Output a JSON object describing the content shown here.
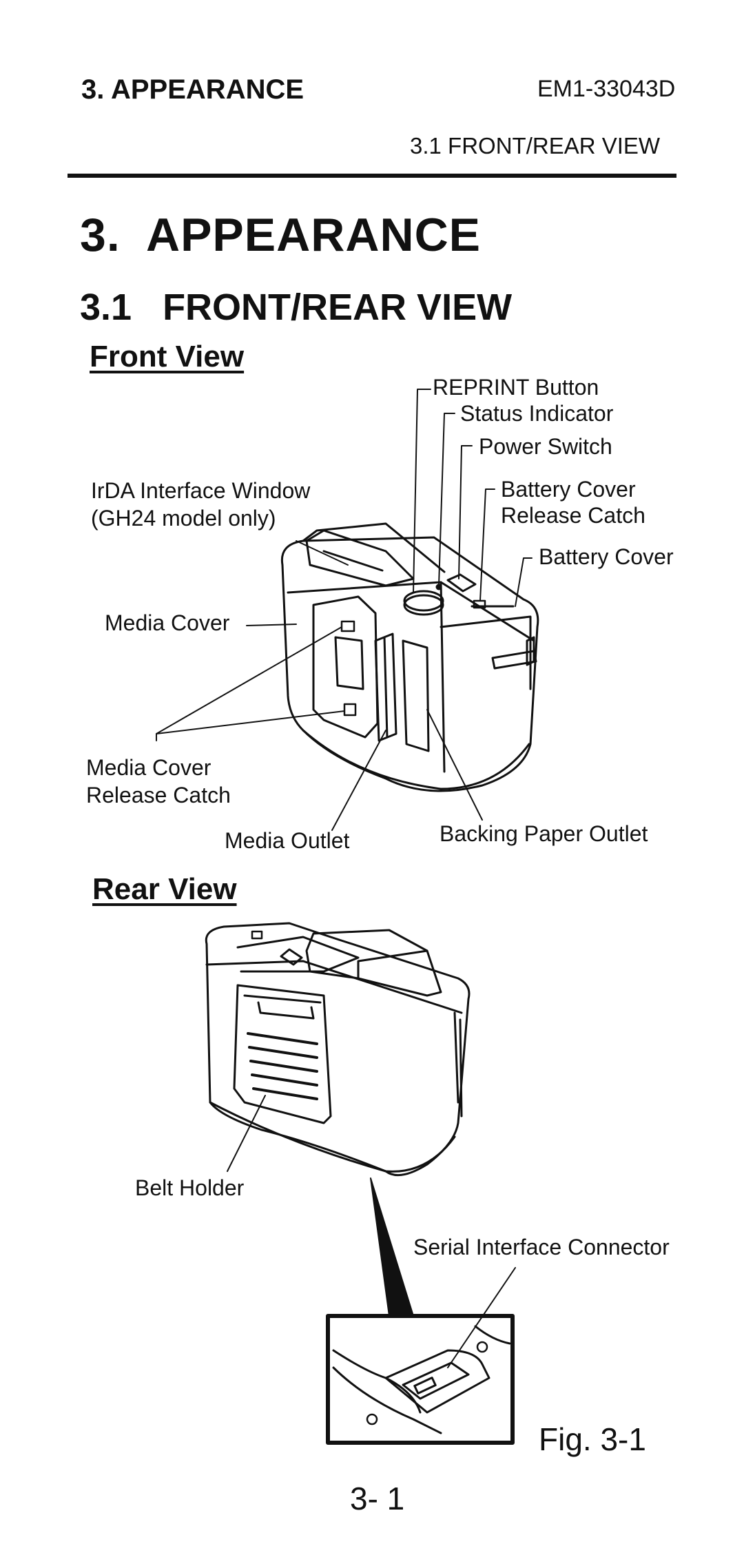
{
  "header": {
    "chapter": "3. APPEARANCE",
    "doc_code": "EM1-33043D",
    "section": "3.1 FRONT/REAR VIEW"
  },
  "title": {
    "chapter": "3.  APPEARANCE",
    "section": "3.1   FRONT/REAR VIEW"
  },
  "front_view": {
    "heading": "Front View",
    "labels": {
      "reprint_button": "REPRINT Button",
      "status_indicator": "Status Indicator",
      "power_switch": "Power Switch",
      "irda_window_1": "IrDA Interface Window",
      "irda_window_2": "(GH24 model only)",
      "battery_cover_catch_1": "Battery Cover",
      "battery_cover_catch_2": "Release Catch",
      "battery_cover": "Battery Cover",
      "media_cover": "Media Cover",
      "media_cover_catch_1": "Media Cover",
      "media_cover_catch_2": "Release Catch",
      "media_outlet": "Media Outlet",
      "backing_paper_outlet": "Backing Paper Outlet"
    }
  },
  "rear_view": {
    "heading": "Rear View",
    "labels": {
      "belt_holder": "Belt Holder",
      "serial_connector": "Serial Interface Connector"
    }
  },
  "figure_caption": "Fig. 3-1",
  "page_number": "3- 1"
}
